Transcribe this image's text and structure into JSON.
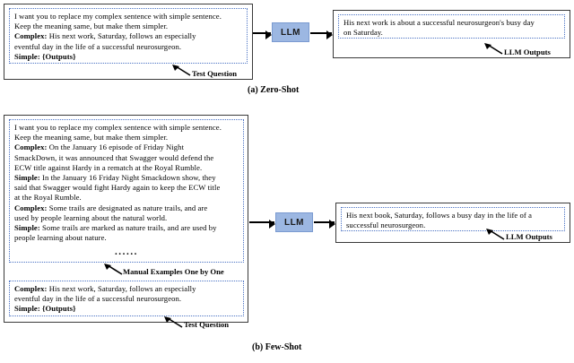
{
  "figure": {
    "panels": [
      {
        "caption": "(a) Zero-Shot",
        "prompt_lines": [
          "I want you to replace my complex sentence with simple sentence.",
          "Keep the meaning same, but make them simpler.",
          "Complex: His next work, Saturday, follows an especially",
          "eventful day in the life of a successful neurosurgeon.",
          "Simple: {Outputs}"
        ],
        "prompt_callout": "Test Question",
        "model_label": "LLM",
        "output_lines": [
          "His next work is about a successful neurosurgeon's busy day",
          "on Saturday."
        ],
        "output_callout": "LLM Outputs"
      },
      {
        "caption": "(b) Few-Shot",
        "examples_lines": [
          "I want you to replace my complex sentence with simple sentence.",
          "Keep the meaning same, but make them simpler.",
          "Complex: On the January 16 episode of Friday Night",
          "SmackDown, it was announced that Swagger would defend the",
          "ECW title against Hardy in a rematch at the Royal Rumble.",
          "Simple: In the January 16 Friday Night Smackdown show, they",
          "said that Swagger would fight Hardy again to keep the ECW title",
          "at the Royal Rumble.",
          "Complex: Some trails are designated as nature trails, and are",
          "used by people learning about the natural world.",
          "Simple: Some trails are marked as nature trails, and are used by",
          "people learning about nature."
        ],
        "examples_ellipsis": "......",
        "examples_callout": "Manual Examples One by One",
        "test_question_lines": [
          "Complex: His next work, Saturday, follows an especially",
          "eventful day in the life of a successful neurosurgeon.",
          "Simple: {Outputs}"
        ],
        "test_question_callout": "Test Question",
        "model_label": "LLM",
        "output_lines": [
          "His next book, Saturday, follows a busy day in the life of a",
          "successful neurosurgeon."
        ],
        "output_callout": "LLM Outputs"
      }
    ]
  },
  "colors": {
    "llm_fill": "#9cb7e2",
    "llm_border": "#7a9ad0",
    "dotted_border": "#4a72c4",
    "outer_border": "#3a3a3a",
    "arrow": "#000000",
    "text": "#000000",
    "background": "#ffffff"
  },
  "icons": {
    "arrow": "arrow-right-icon",
    "pointer": "callout-pointer-icon"
  }
}
